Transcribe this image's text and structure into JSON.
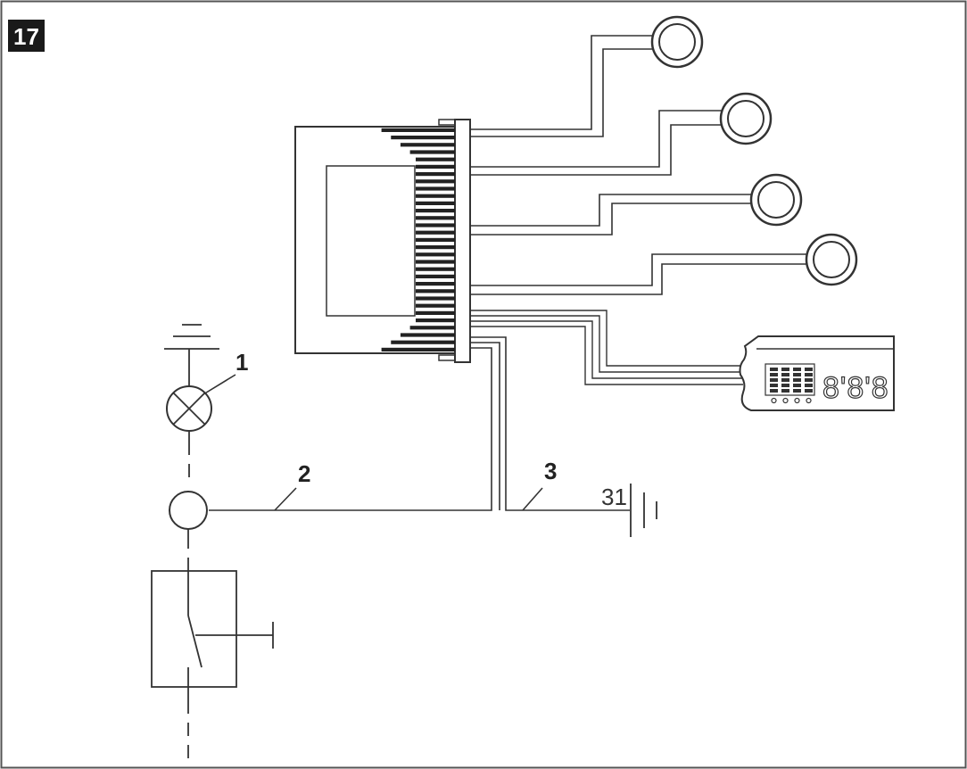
{
  "figure": {
    "number": "17"
  },
  "callouts": {
    "lamp": "1",
    "signal_wire": "2",
    "ground_wire": "3"
  },
  "ground_terminal": "31",
  "display": {
    "digits": "8'8'8",
    "segment_indicator_count": 4
  },
  "sensor_count": 4,
  "colors": {
    "line": "#333333",
    "background": "#ffffff",
    "badge_bg": "#1a1a1a",
    "badge_text": "#ffffff"
  }
}
